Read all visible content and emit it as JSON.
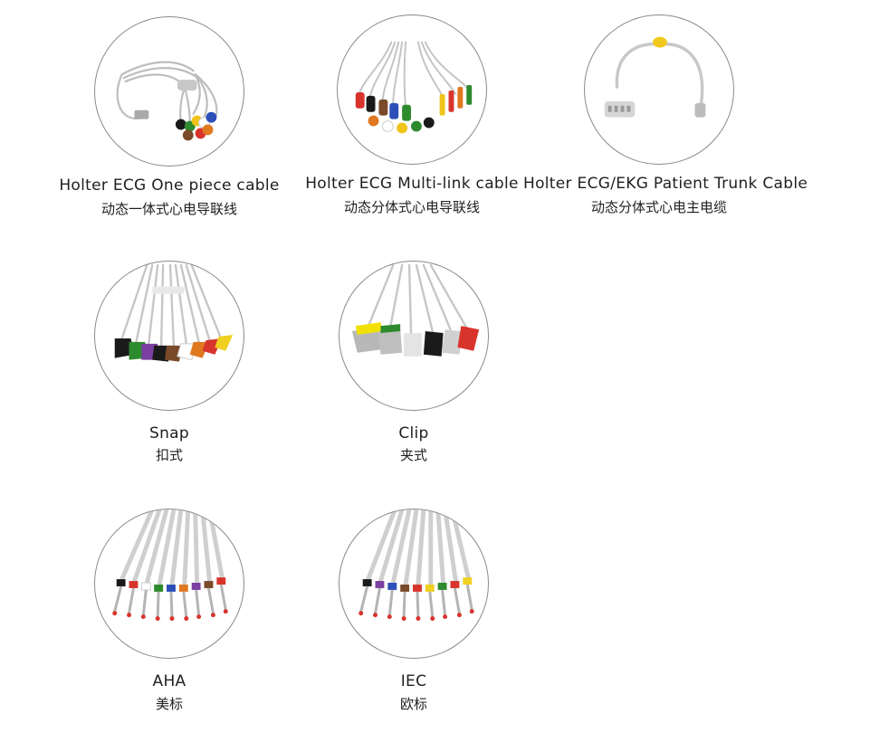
{
  "products": [
    {
      "title": "Holter ECG One piece cable",
      "subtitle": "动态一体式心电导联线",
      "image_icon": "one-piece-cable-photo"
    },
    {
      "title": "Holter ECG Multi-link cable",
      "subtitle": "动态分体式心电导联线",
      "image_icon": "multi-link-cable-photo"
    },
    {
      "title": "Holter ECG/EKG Patient Trunk Cable",
      "subtitle": "动态分体式心电主电缆",
      "image_icon": "trunk-cable-photo"
    },
    {
      "title": "Snap",
      "subtitle": "扣式",
      "image_icon": "snap-leadwires-photo"
    },
    {
      "title": "Clip",
      "subtitle": "夹式",
      "image_icon": "clip-leadwires-photo"
    },
    {
      "title": "AHA",
      "subtitle": "美标",
      "image_icon": "aha-pins-photo"
    },
    {
      "title": "IEC",
      "subtitle": "欧标",
      "image_icon": "iec-pins-photo"
    }
  ]
}
